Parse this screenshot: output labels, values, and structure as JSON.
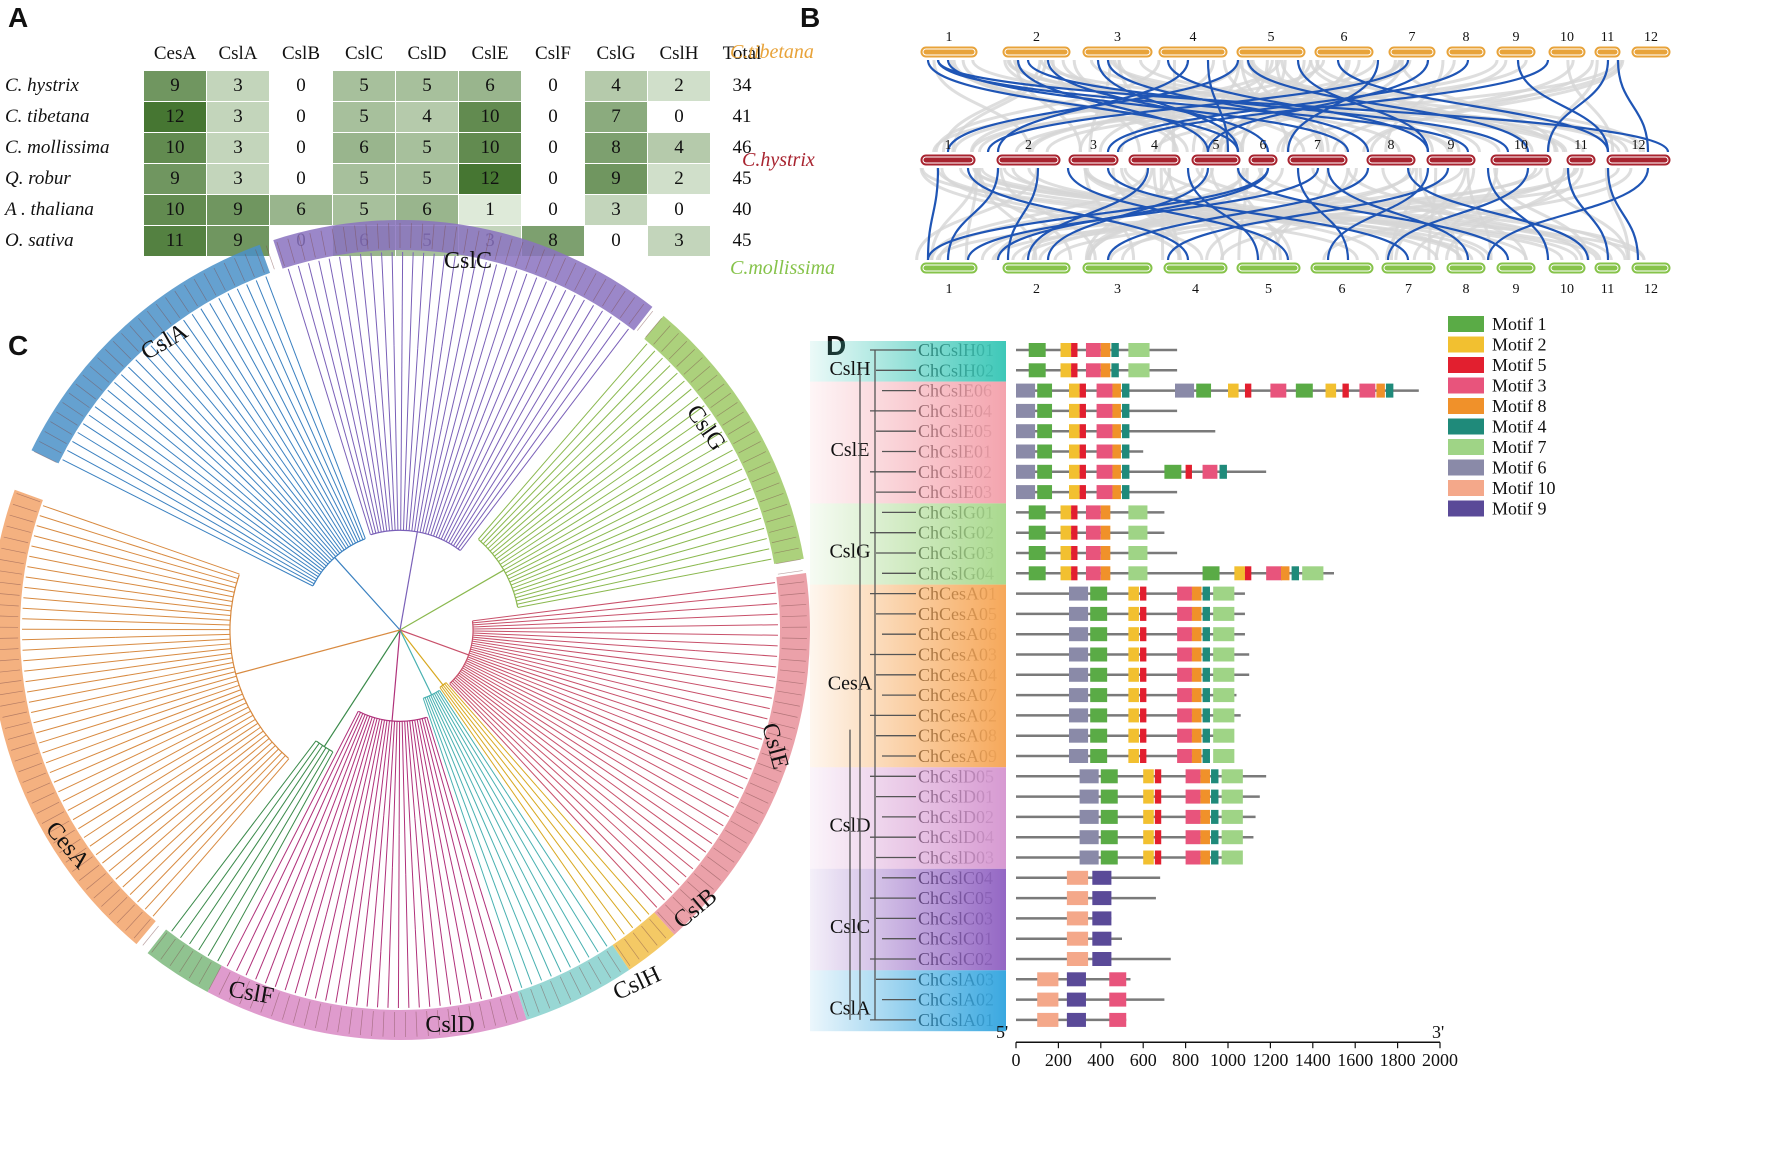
{
  "panels": {
    "a": "A",
    "b": "B",
    "c": "C",
    "d": "D"
  },
  "table": {
    "headers": [
      "CesA",
      "CslA",
      "CslB",
      "CslC",
      "CslD",
      "CslE",
      "CslF",
      "CslG",
      "CslH",
      "Total"
    ],
    "rows": [
      {
        "species": "C. hystrix",
        "values": [
          "9",
          "3",
          "0",
          "5",
          "5",
          "6",
          "0",
          "4",
          "2",
          "34"
        ]
      },
      {
        "species": "C. tibetana",
        "values": [
          "12",
          "3",
          "0",
          "5",
          "4",
          "10",
          "0",
          "7",
          "0",
          "41"
        ]
      },
      {
        "species": "C. mollissima",
        "values": [
          "10",
          "3",
          "0",
          "6",
          "5",
          "10",
          "0",
          "8",
          "4",
          "46"
        ]
      },
      {
        "species": "Q. robur",
        "values": [
          "9",
          "3",
          "0",
          "5",
          "5",
          "12",
          "0",
          "9",
          "2",
          "45"
        ]
      },
      {
        "species": "A . thaliana",
        "values": [
          "10",
          "9",
          "6",
          "5",
          "6",
          "1",
          "0",
          "3",
          "0",
          "40"
        ]
      },
      {
        "species": "O. sativa",
        "values": [
          "11",
          "9",
          "0",
          "6",
          "5",
          "3",
          "8",
          "0",
          "3",
          "45"
        ]
      }
    ]
  },
  "synteny": {
    "tracks": [
      {
        "name": "C.tibetana",
        "color": "#e8a33a",
        "chromosomes": [
          "1",
          "2",
          "3",
          "4",
          "5",
          "6",
          "7",
          "8",
          "9",
          "10",
          "11",
          "12"
        ]
      },
      {
        "name": "C.hystrix",
        "color": "#a8232f",
        "chromosomes": [
          "1",
          "2",
          "3",
          "4",
          "5",
          "6",
          "7",
          "8",
          "9",
          "10",
          "11",
          "12"
        ]
      },
      {
        "name": "C.mollissima",
        "color": "#86c34a",
        "chromosomes": [
          "1",
          "2",
          "3",
          "4",
          "5",
          "6",
          "7",
          "8",
          "9",
          "10",
          "11",
          "12"
        ]
      }
    ],
    "link_color": "#1f55b5"
  },
  "tree": {
    "clades": [
      {
        "name": "CslC",
        "color": "#8a72c0"
      },
      {
        "name": "CslA",
        "color": "#4a90c8"
      },
      {
        "name": "CslG",
        "color": "#9ec965"
      },
      {
        "name": "CslE",
        "color": "#e8909a"
      },
      {
        "name": "CslB",
        "color": "#f2c04a"
      },
      {
        "name": "CslH",
        "color": "#86d0cc"
      },
      {
        "name": "CslD",
        "color": "#d98ac4"
      },
      {
        "name": "CslF",
        "color": "#7cb87c"
      },
      {
        "name": "CesA",
        "color": "#f2a36a"
      }
    ]
  },
  "motifs": {
    "legend": [
      {
        "name": "Motif 1",
        "color": "#5aab46"
      },
      {
        "name": "Motif 2",
        "color": "#f2c030"
      },
      {
        "name": "Motif 5",
        "color": "#e21f2f"
      },
      {
        "name": "Motif 3",
        "color": "#e8547c"
      },
      {
        "name": "Motif 8",
        "color": "#f0912a"
      },
      {
        "name": "Motif 4",
        "color": "#1f8a7a"
      },
      {
        "name": "Motif 7",
        "color": "#9fd486"
      },
      {
        "name": "Motif 6",
        "color": "#8a8aa8"
      },
      {
        "name": "Motif 10",
        "color": "#f4a88a"
      },
      {
        "name": "Motif 9",
        "color": "#5a4a98"
      }
    ],
    "groups": [
      {
        "name": "CslH",
        "color": "#3ec8b8",
        "genes": [
          "ChCslH01",
          "ChCslH02"
        ]
      },
      {
        "name": "CslE",
        "color": "#f4a4ae",
        "genes": [
          "ChCslE06",
          "ChCslE04",
          "ChCslE05",
          "ChCslE01",
          "ChCslE02",
          "ChCslE03"
        ]
      },
      {
        "name": "CslG",
        "color": "#a9d98e",
        "genes": [
          "ChCslG01",
          "ChCslG02",
          "ChCslG03",
          "ChCslG04"
        ]
      },
      {
        "name": "CesA",
        "color": "#f6a85a",
        "genes": [
          "ChCesA01",
          "ChCesA05",
          "ChCesA06",
          "ChCesA03",
          "ChCesA04",
          "ChCesA07",
          "ChCesA02",
          "ChCesA08",
          "ChCesA09"
        ]
      },
      {
        "name": "CslD",
        "color": "#d79ad2",
        "genes": [
          "ChCslD05",
          "ChCslD01",
          "ChCslD02",
          "ChCslD04",
          "ChCslD03"
        ]
      },
      {
        "name": "CslC",
        "color": "#9467c4",
        "genes": [
          "ChCslC04",
          "ChCslC05",
          "ChCslC03",
          "ChCslC01",
          "ChCslC02"
        ]
      },
      {
        "name": "CslA",
        "color": "#3aa8e0",
        "genes": [
          "ChCslA03",
          "ChCslA02",
          "ChCslA01"
        ]
      }
    ],
    "axis": {
      "start_label": "5'",
      "end_label": "3'",
      "ticks": [
        "0",
        "200",
        "400",
        "600",
        "800",
        "1000",
        "1200",
        "1400",
        "1600",
        "1800",
        "2000"
      ],
      "max": 2000
    }
  }
}
